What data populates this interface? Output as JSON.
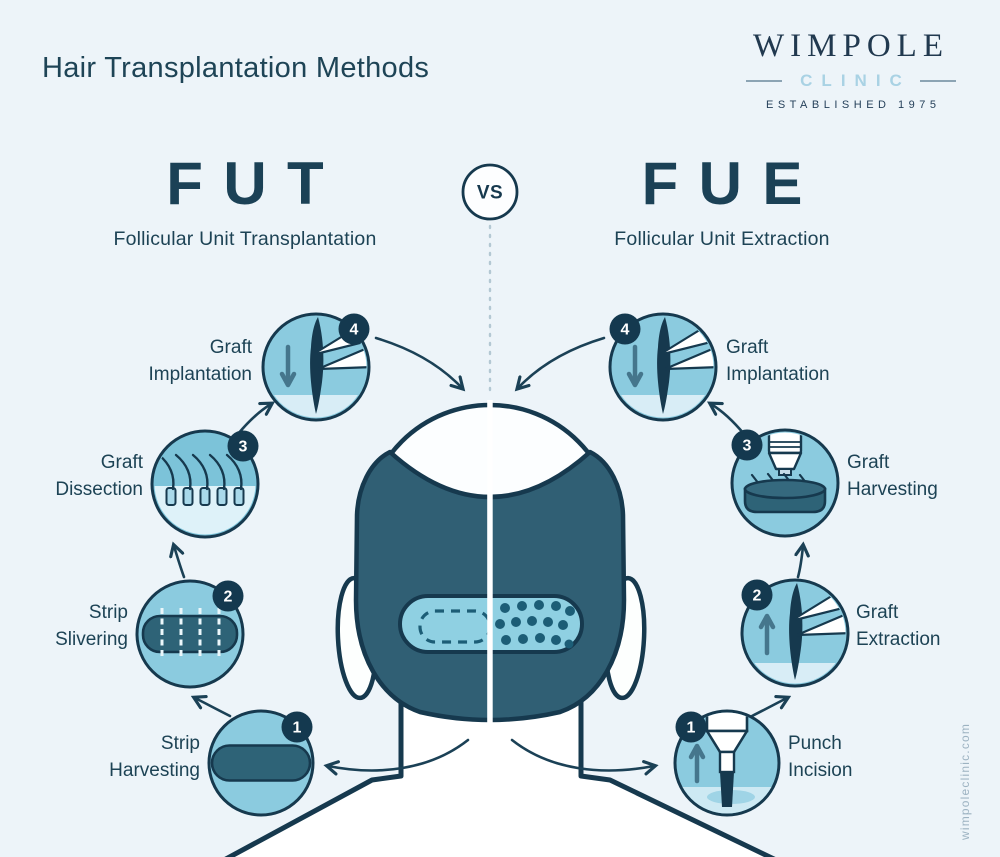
{
  "page": {
    "title": "Hair Transplantation Methods",
    "website": "wimpoleclinic.com"
  },
  "logo": {
    "brand": "WIMPOLE",
    "sub": "CLINIC",
    "established": "ESTABLISHED 1975"
  },
  "versus": "VS",
  "fut": {
    "abbr": "FUT",
    "full": "Follicular Unit Transplantation",
    "steps": [
      {
        "num": "1",
        "label": "Strip Harvesting"
      },
      {
        "num": "2",
        "label": "Strip Slivering"
      },
      {
        "num": "3",
        "label": "Graft Dissection"
      },
      {
        "num": "4",
        "label": "Graft Implantation"
      }
    ]
  },
  "fue": {
    "abbr": "FUE",
    "full": "Follicular Unit Extraction",
    "steps": [
      {
        "num": "1",
        "label": "Punch Incision"
      },
      {
        "num": "2",
        "label": "Graft Extraction"
      },
      {
        "num": "3",
        "label": "Graft Harvesting"
      },
      {
        "num": "4",
        "label": "Graft Implantation"
      }
    ]
  },
  "colors": {
    "background": "#edf4f9",
    "navy_outline": "#16394e",
    "text_navy": "#1d4355",
    "circle_blue": "#8bcbdf",
    "circle_blue_deep": "#7cc3d9",
    "pale_skin_blue": "#d8edf6",
    "dark_teal": "#2e6377",
    "hair_teal": "#305f74",
    "badge_navy": "#14394f",
    "donor_patch_blue": "#8fd0e2",
    "logo_light_blue": "#a9d2e4",
    "slate_arrow": "#45768c"
  }
}
